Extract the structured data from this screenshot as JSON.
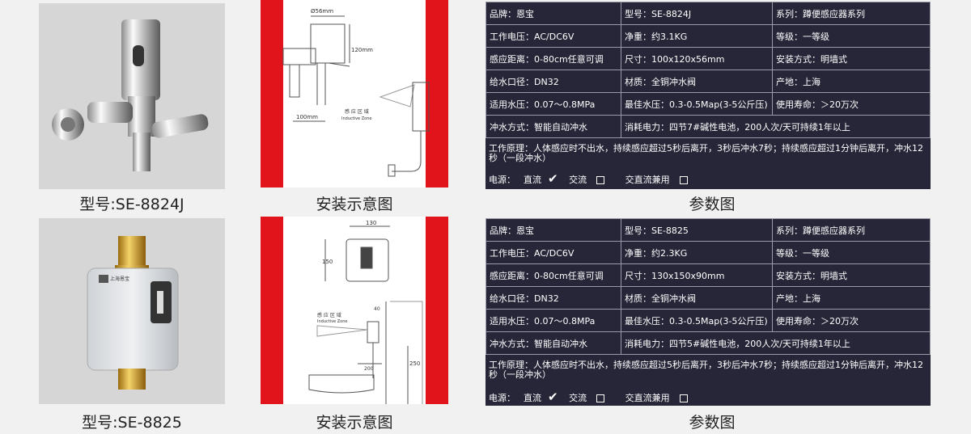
{
  "products": [
    {
      "model_caption": "型号:SE-8824J",
      "diagram_caption": "安装示意图",
      "spec_caption": "参数图",
      "diagram_labels": {
        "dim_a": "Ø56mm",
        "dim_b": "120mm",
        "dim_c": "100mm",
        "zone_cn": "感 应 区 域",
        "zone_en": "Inductive Zone"
      },
      "specs": [
        [
          "品牌：恩宝",
          "型号：SE-8824J",
          "系列：蹲便感应器系列"
        ],
        [
          "工作电压：AC/DC6V",
          "净重：约3.1KG",
          "等级：一等级"
        ],
        [
          "感应距离：0-80cm任意可调",
          "尺寸：100x120x56mm",
          "安装方式：明墙式"
        ],
        [
          "给水口径：DN32",
          "材质：全铜冲水阀",
          "产地：上海"
        ],
        [
          "适用水压：0.07～0.8MPa",
          "最佳水压：0.3-0.5Map(3-5公斤压)",
          "使用寿命：＞20万次"
        ],
        [
          "冲水方式：智能自动冲水",
          "消耗电力：四节7#碱性电池，200人次/天可持续1年以上",
          ""
        ]
      ],
      "principle": "工作原理：人体感应时不出水，持续感应超过5秒后离开，3秒后冲水7秒；持续感应超过1分钟后离开，冲水12秒（一段冲水）",
      "power": {
        "label": "电源：",
        "dc": "直流",
        "ac": "交流",
        "both": "交直流兼用"
      }
    },
    {
      "model_caption": "型号:SE-8825",
      "diagram_caption": "安装示意图",
      "spec_caption": "参数图",
      "diagram_labels": {
        "dim_a": "130",
        "dim_b": "150",
        "dim_c": "250",
        "dim_d": "200",
        "dim_e": "40",
        "zone_cn": "感 应 区 域",
        "zone_en": "Inductive Zone"
      },
      "specs": [
        [
          "品牌：恩宝",
          "型号：SE-8825",
          "系列：蹲便感应器系列"
        ],
        [
          "工作电压：AC/DC6V",
          "净重：约2.3KG",
          "等级：一等级"
        ],
        [
          "感应距离：0-80cm任意可调",
          "尺寸：130x150x90mm",
          "安装方式：明墙式"
        ],
        [
          "给水口径：DN32",
          "材质：全铜冲水阀",
          "产地：上海"
        ],
        [
          "适用水压：0.07～0.8MPa",
          "最佳水压：0.3-0.5Map(3-5公斤压)",
          "使用寿命：＞20万次"
        ],
        [
          "冲水方式：智能自动冲水",
          "消耗电力：四节5#碱性电池，200人次/天可持续1年以上",
          ""
        ]
      ],
      "principle": "工作原理：人体感应时不出水，持续感应超过5秒后离开，3秒后冲水7秒；持续感应超过1分钟后离开，冲水12秒（一段冲水）",
      "power": {
        "label": "电源：",
        "dc": "直流",
        "ac": "交流",
        "both": "交直流兼用"
      },
      "logo_text": "上海恩宝"
    }
  ]
}
